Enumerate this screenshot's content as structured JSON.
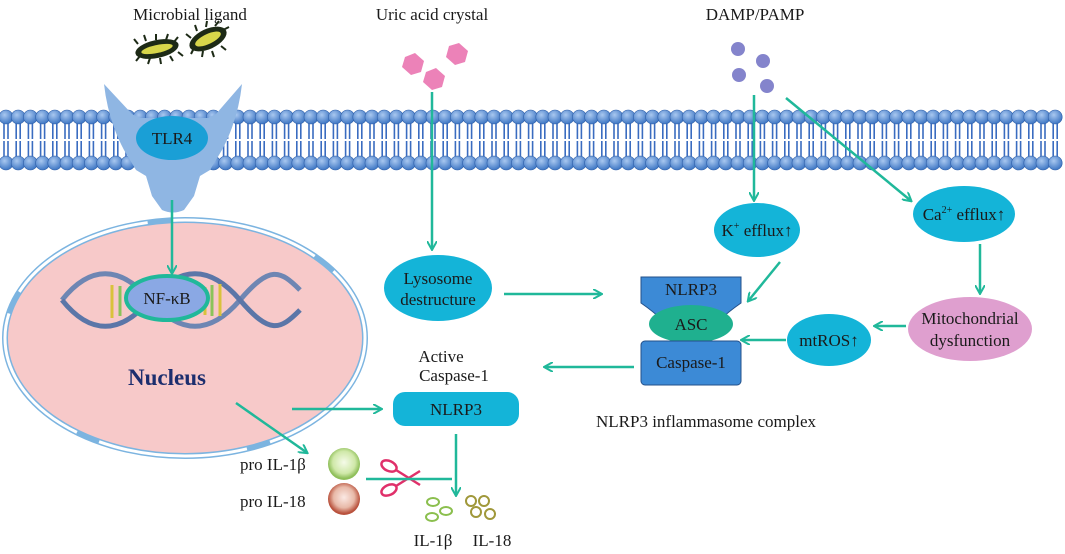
{
  "stimuli": {
    "microbial_ligand": "Microbial ligand",
    "uric_acid": "Uric acid crystal",
    "damp_pamp": "DAMP/PAMP"
  },
  "receptor": {
    "tlr4": "TLR4"
  },
  "nucleus": {
    "title": "Nucleus",
    "nfkb": "NF-κB"
  },
  "organelles": {
    "lysosome_line1": "Lysosome",
    "lysosome_line2": "destructure",
    "k_efflux_base": "K",
    "k_efflux_sup": "+",
    "k_efflux_rest": " efflux↑",
    "ca_efflux_base": "Ca",
    "ca_efflux_sup": "2+",
    "ca_efflux_rest": " efflux↑",
    "mito_line1": "Mitochondrial",
    "mito_line2": "dysfunction",
    "mtros": "mtROS↑"
  },
  "inflammasome": {
    "nlrp3": "NLRP3",
    "asc": "ASC",
    "caspase": "Caspase-1",
    "complex_label": "NLRP3 inflammasome complex"
  },
  "active": {
    "line1": "Active",
    "line2": "Caspase-1",
    "box": "NLRP3"
  },
  "cytokines": {
    "pro_il1b": "pro IL-1β",
    "pro_il18": "pro IL-18",
    "il1b": "IL-1β",
    "il18": "IL-18"
  },
  "colors": {
    "arrow": "#20b89a",
    "membrane_head": "#5b8fd6",
    "membrane_tail": "#3a6cc0",
    "tlr4": "#8fb6e3",
    "cyan_node": "#14b4d8",
    "nucleus_fill": "#f7c9c9",
    "mito_fill": "#df9fcf",
    "asc_fill": "#1fb08f",
    "box_blue": "#3c8ad6",
    "crystal": "#ec82b8",
    "damp_dot": "#8484cc",
    "scissors": "#e0306a"
  },
  "icons": [
    "virus-icon",
    "crystal-icon",
    "damp-dot-icon",
    "dna-helix-icon",
    "scissors-icon"
  ]
}
